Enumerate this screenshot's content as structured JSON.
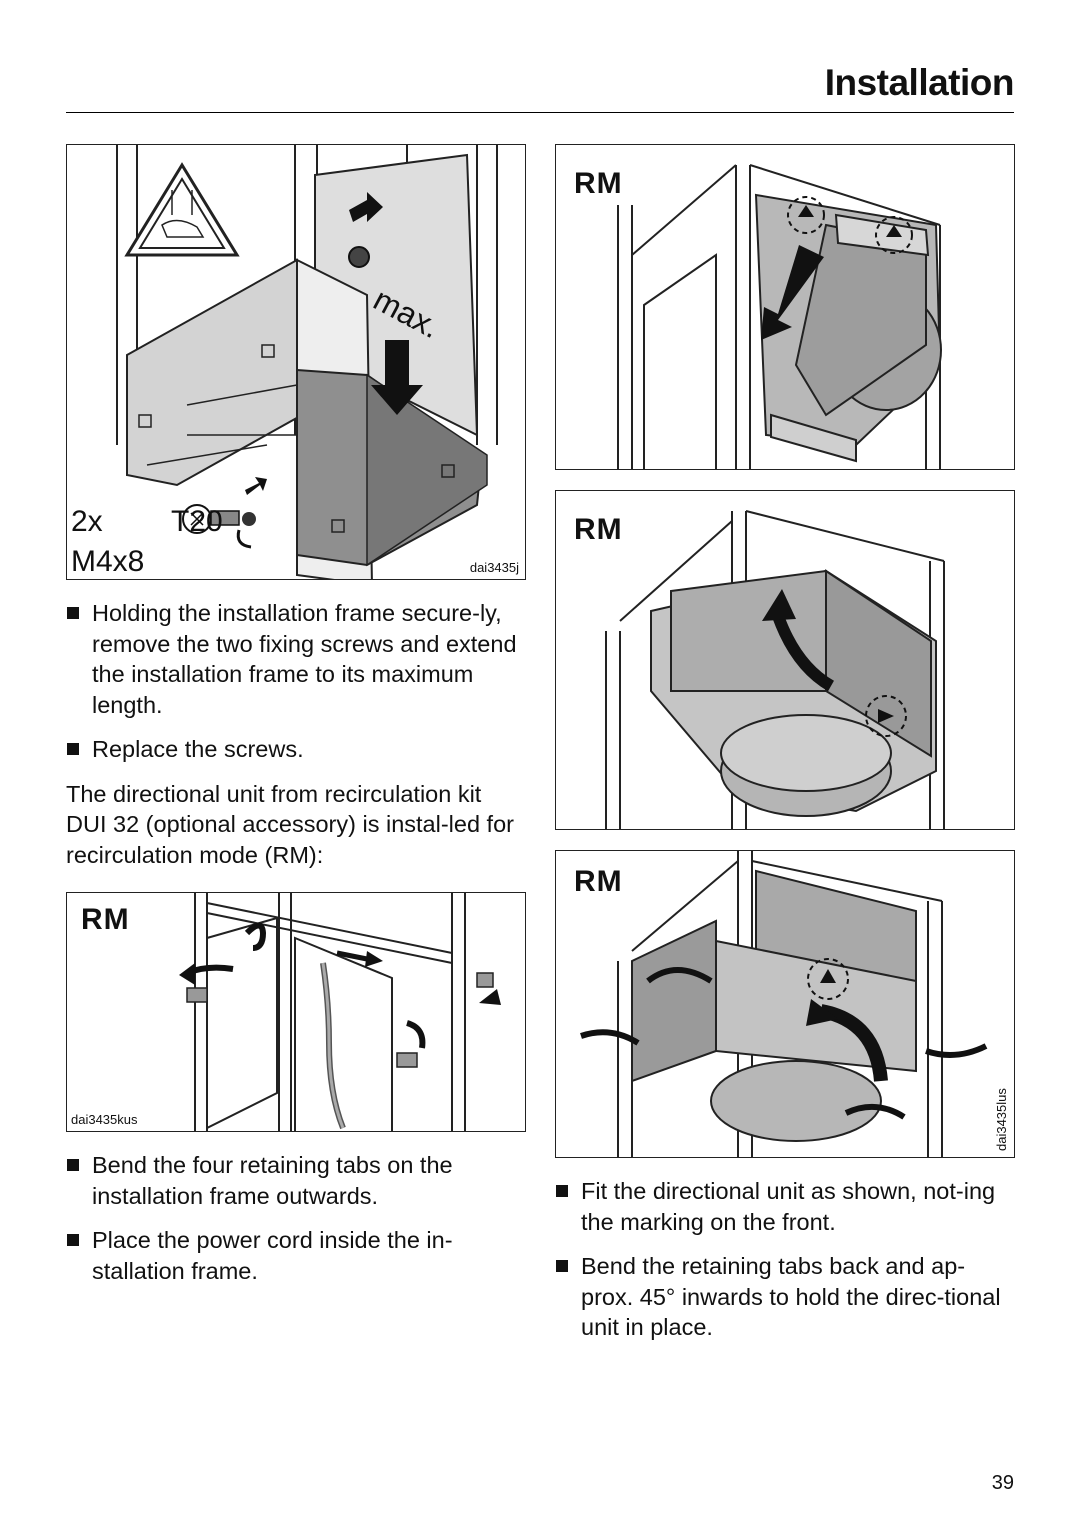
{
  "header": {
    "title": "Installation"
  },
  "figures": {
    "frame_extension": {
      "screw_count": "2x",
      "screw_drive": "T20",
      "screw_size": "M4x8",
      "max_label": "max.",
      "code": "dai3435j"
    },
    "rm_tabs": {
      "label": "RM",
      "code": "dai3435kus"
    },
    "rm_top": {
      "label": "RM"
    },
    "rm_middle": {
      "label": "RM"
    },
    "rm_bottom": {
      "label": "RM",
      "code": "dai3435lus"
    }
  },
  "left_column": {
    "bullets_1": [
      "Holding the installation frame secure-ly, remove the two fixing screws and extend the installation frame to its maximum length.",
      "Replace the screws."
    ],
    "paragraph": "The directional unit from recirculation kit DUI 32 (optional accessory) is instal-led for recirculation mode (RM):",
    "bullets_2": [
      "Bend the four retaining tabs on the installation frame outwards.",
      "Place the power cord inside the in-stallation frame."
    ]
  },
  "right_column": {
    "bullets": [
      "Fit the directional unit as shown, not-ing the marking on the front.",
      "Bend the retaining tabs back and ap-prox. 45° inwards to hold the direc-tional unit in place."
    ]
  },
  "footer": {
    "page_number": "39"
  }
}
